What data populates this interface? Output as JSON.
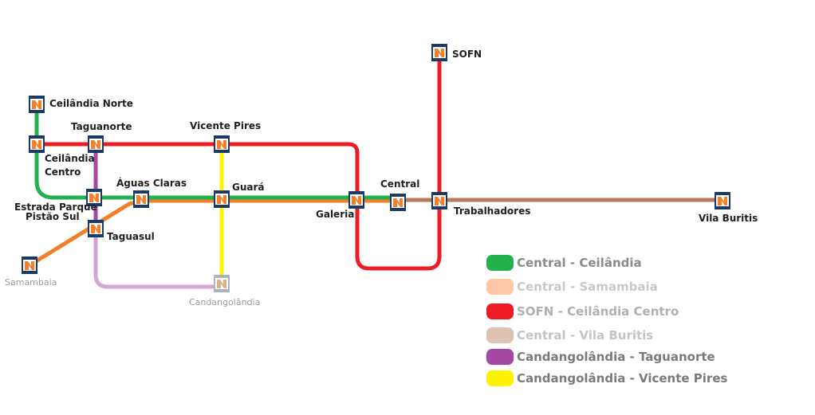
{
  "lines": {
    "green": {
      "color": "#23b14d"
    },
    "orange": {
      "color": "#f47f28"
    },
    "red": {
      "color": "#ed1c24"
    },
    "brown": {
      "color": "#b97a57"
    },
    "purple": {
      "color": "#a349a4"
    },
    "lilac": {
      "color": "#d4a6d6"
    },
    "yellow": {
      "color": "#fff200"
    }
  },
  "stations": {
    "ceilandia_norte": "Ceilândia Norte",
    "taguanorte": "Taguanorte",
    "vicente_pires": "Vicente Pires",
    "sofn": "SOFN",
    "ceilandia_centro_1": "Ceilândia",
    "ceilandia_centro_2": "Centro",
    "aguas_claras": "Águas Claras",
    "guara": "Guará",
    "central": "Central",
    "estrada_parque_1": "Estrada Parque",
    "estrada_parque_2": "Pistão Sul",
    "galeria": "Galeria",
    "trabalhadores": "Trabalhadores",
    "vila_buritis": "Vila Buritis",
    "taguasul": "Taguasul",
    "samambaia": "Samambaia",
    "candangolandia": "Candangolândia"
  },
  "legend": [
    {
      "label": "Central - Ceilândia",
      "swatch_color": "#23b14d",
      "text_color": "#8a8a8a"
    },
    {
      "label": "Central - Samambaia",
      "swatch_color": "#ffc9a8",
      "text_color": "#c8c8c8"
    },
    {
      "label": "SOFN - Ceilândia Centro",
      "swatch_color": "#ed1c24",
      "text_color": "#b0b0b0"
    },
    {
      "label": "Central - Vila Buritis",
      "swatch_color": "#dfc3b2",
      "text_color": "#c4c4c4"
    },
    {
      "label": "Candangolândia - Taguanorte",
      "swatch_color": "#a349a4",
      "text_color": "#7a7a7a"
    },
    {
      "label": "Candangolândia - Vicente Pires",
      "swatch_color": "#fff200",
      "text_color": "#7a7a7a"
    }
  ],
  "icons": {
    "station": "metro-station-icon"
  }
}
